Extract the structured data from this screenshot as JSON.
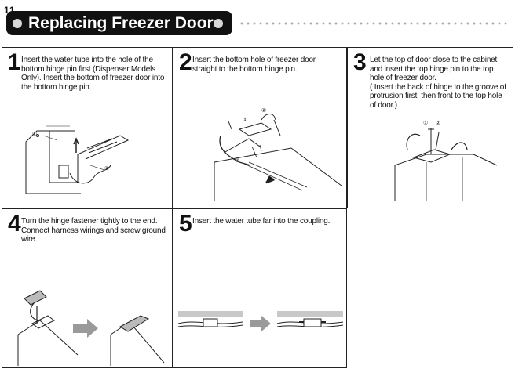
{
  "header": {
    "section_number": "11",
    "title": "Replacing Freezer Door"
  },
  "steps": [
    {
      "number": "1",
      "lines": [
        "Insert the water tube into the hole of the bottom hinge pin first (Dispenser Models Only). Insert the bottom of freezer door into the bottom hinge pin."
      ],
      "callouts": [
        "①",
        "②"
      ]
    },
    {
      "number": "2",
      "lines": [
        "Insert the bottom hole of freezer door straight to the bottom hinge pin."
      ],
      "callouts": [
        "①",
        "②",
        "③"
      ]
    },
    {
      "number": "3",
      "lines": [
        "Let the top of door close to the cabinet and insert the top hinge pin to the top hole of freezer door.",
        "( Insert the back of hinge to the groove of protrusion first, then front to the top hole of door.)"
      ],
      "callouts": [
        "①",
        "②"
      ]
    },
    {
      "number": "4",
      "lines": [
        "Turn the hinge fastener tightly to the end.",
        "Connect harness wirings and screw ground wire."
      ]
    },
    {
      "number": "5",
      "lines": [
        "Insert the water tube far into the coupling."
      ]
    }
  ],
  "colors": {
    "title_bar": "#111111",
    "title_text": "#ffffff",
    "arrow_gray": "#9a9a9a",
    "border": "#222222"
  },
  "icons": [
    "circle-bullet-icon",
    "dotted-rule",
    "right-arrow-icon"
  ]
}
